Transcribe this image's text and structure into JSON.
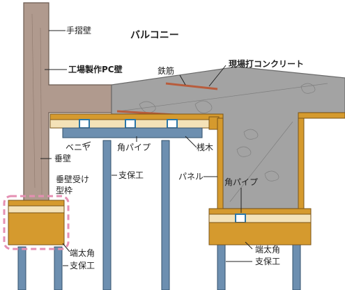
{
  "title": "バルコニー",
  "labels": {
    "handrail_wall": "手摺壁",
    "factory_pc_wall": "工場製作PC壁",
    "rebar": "鉄筋",
    "cast_concrete": "現場打コンクリート",
    "veneer": "ベニヤ",
    "square_pipe_left": "角パイプ",
    "cleat": "桟木",
    "hanging_wall": "垂壁",
    "support_post_center": "支保工",
    "panel": "パネル",
    "square_pipe_right": "角パイプ",
    "hanging_wall_receiver_1": "垂壁受け",
    "hanging_wall_receiver_2": "型枠",
    "end_timber_left": "端太角",
    "support_post_left": "支保工",
    "end_timber_right": "端太角",
    "support_post_right": "支保工"
  },
  "colors": {
    "pc_wall": "#b09a8e",
    "concrete": "#a3a3a3",
    "concrete_edge": "#6a6a6a",
    "timber": "#d59a2e",
    "timber_dark": "#7a5418",
    "pipe": "#6d8fb0",
    "pipe_dark": "#33506b",
    "rebar": "#b85c3c",
    "highlight": "#e58fb3",
    "leader": "#222222"
  }
}
